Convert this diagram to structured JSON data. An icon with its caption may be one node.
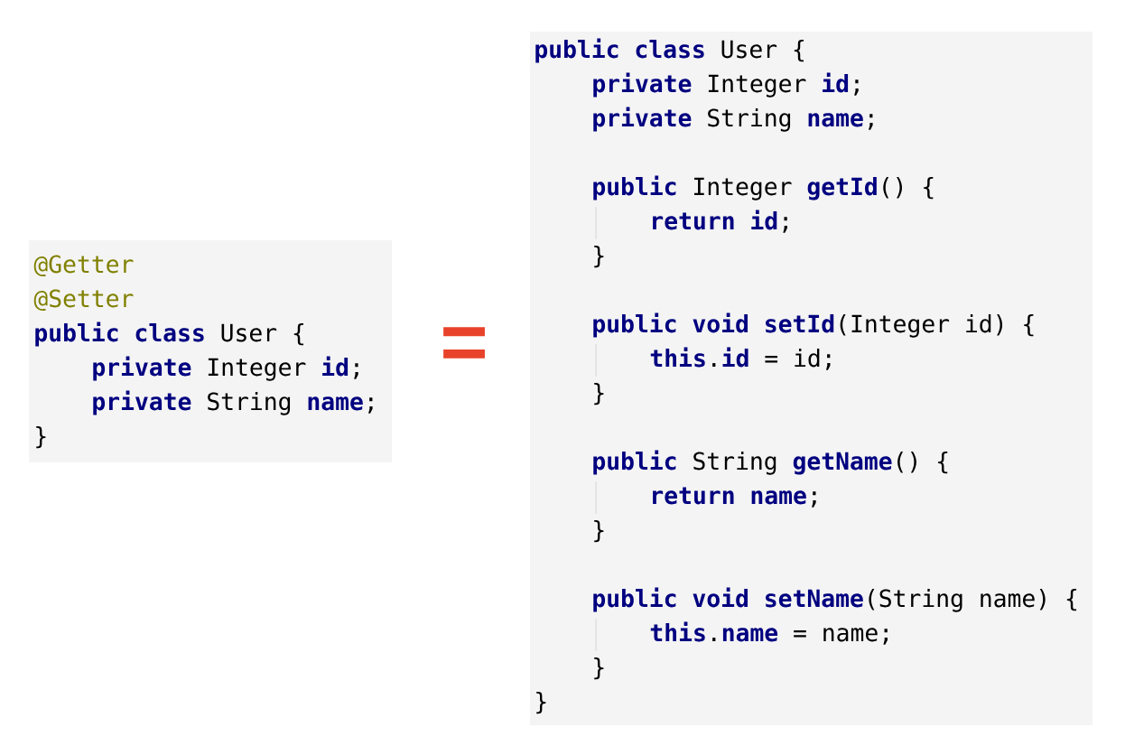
{
  "diagram": {
    "nodes": [
      {
        "text": [
          "@Getter",
          "@Setter",
          "**public** **class** User {",
          "**private** Integer **id**;",
          "**private** String **name**;",
          "}"
        ]
      },
      {
        "text": [
          "**public** **class** User {",
          "**private** Integer **id**;",
          "**private** String **name**;",
          "**public** Integer **getId**() {",
          "**return** **id**;",
          "}",
          "**public** **void** **setId**(Integer id) {",
          "**this**.**id** = id;",
          "}",
          "**public** String **getName**() {",
          "**return** **name**;",
          "}",
          "**public** **void** **setName**(String name) {",
          "**this**.**name** = name;",
          "}",
          "}"
        ]
      }
    ],
    "labels": [
      "="
    ]
  }
}
